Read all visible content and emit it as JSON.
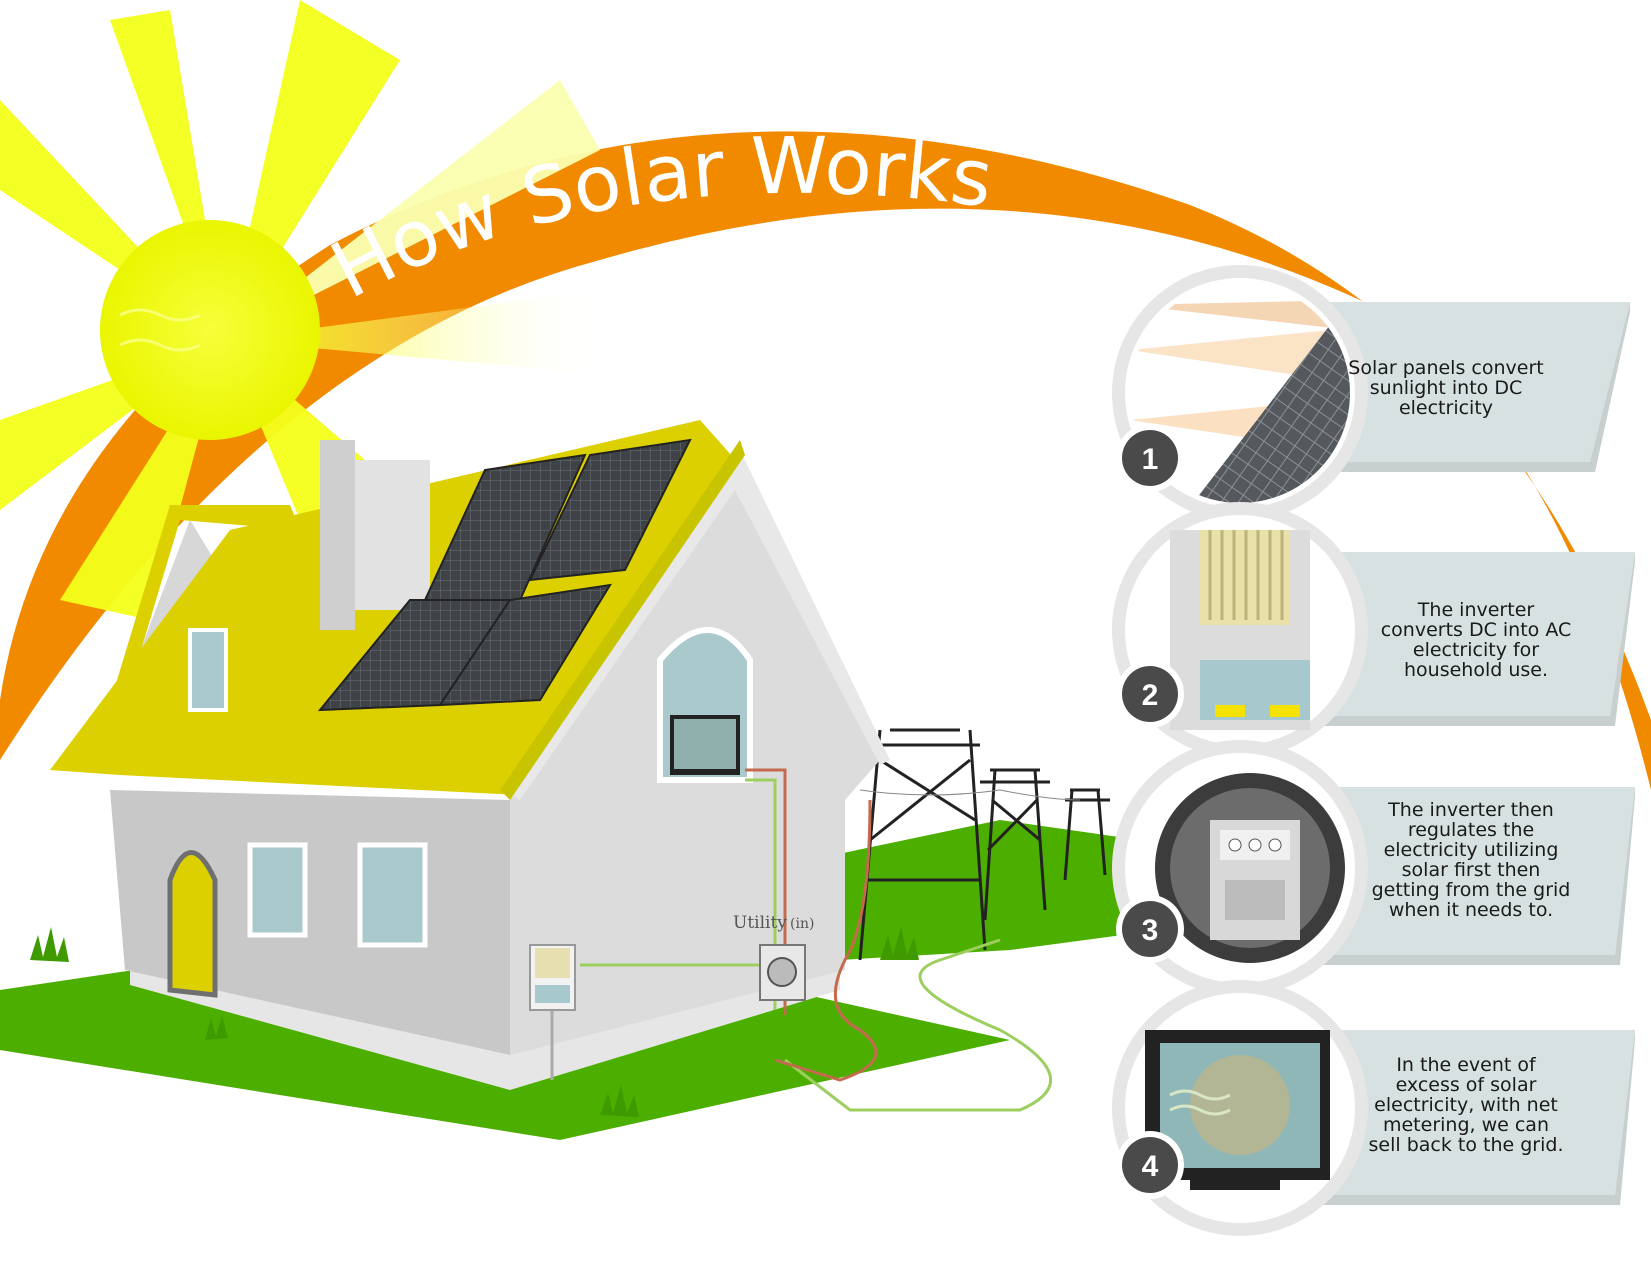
{
  "title": "How Solar Works",
  "utility_label": "Utility",
  "utility_sub": "(in)",
  "colors": {
    "arc": "#f28a00",
    "sun": "#f2ff00",
    "roof": "#ddd000",
    "grass": "#4caf00",
    "card": "#d7e1e2",
    "badge": "#4a4a4a",
    "ac_line": "#c46a4e",
    "dc_line": "#9ccf5f"
  },
  "steps": [
    {
      "number": "1",
      "icon": "solar-panel-icon",
      "text": "Solar panels convert sunlight into DC electricity"
    },
    {
      "number": "2",
      "icon": "inverter-icon",
      "text": "The inverter converts DC into AC electricity for household use."
    },
    {
      "number": "3",
      "icon": "meter-icon",
      "text": "The inverter then regulates the electricity utilizing solar first then getting from the grid when it needs to."
    },
    {
      "number": "4",
      "icon": "tv-icon",
      "text": "In the event of excess of solar electricity, with net metering, we can sell back to the grid."
    }
  ]
}
